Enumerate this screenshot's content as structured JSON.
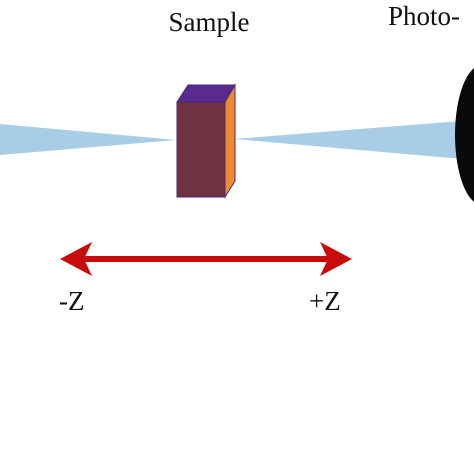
{
  "labels": {
    "sample": "Sample",
    "photodetector": "Photo-",
    "minus_z": "-Z",
    "plus_z": "+Z"
  },
  "colors": {
    "beam": "#a9cde6",
    "sample_front": "#6e3340",
    "sample_top": "#5a2a8e",
    "sample_side": "#f08a30",
    "arrow": "#c80c0c",
    "detector": "#0a0a0a",
    "text": "#111111"
  },
  "icons": {
    "sample": "sample-cuboid-icon",
    "detector": "photodetector-lens-icon",
    "arrow": "double-arrow-icon"
  }
}
